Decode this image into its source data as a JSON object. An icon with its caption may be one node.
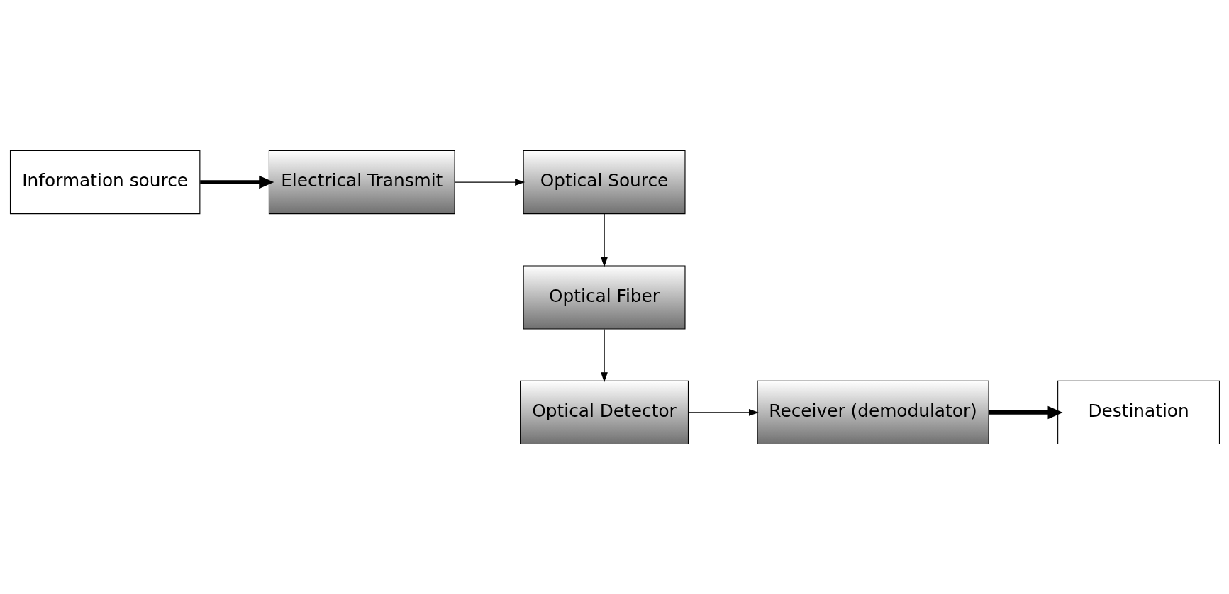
{
  "diagram": {
    "nodes": [
      {
        "text": [
          "Information source"
        ]
      },
      {
        "text": [
          "Electrical Transmit"
        ]
      },
      {
        "text": [
          "Optical Source"
        ]
      },
      {
        "text": [
          "Optical Fiber"
        ]
      },
      {
        "text": [
          "Optical Detector"
        ]
      },
      {
        "text": [
          "Receiver (demodulator)"
        ]
      },
      {
        "text": [
          "Destination"
        ]
      }
    ],
    "edges": [
      {
        "from": 0,
        "to": 1,
        "arrow": "to",
        "style": "thick"
      },
      {
        "from": 1,
        "to": 2,
        "arrow": "to"
      },
      {
        "from": 2,
        "to": 3,
        "arrow": "to"
      },
      {
        "from": 3,
        "to": 4,
        "arrow": "to"
      },
      {
        "from": 4,
        "to": 5,
        "arrow": "to"
      },
      {
        "from": 5,
        "to": 6,
        "arrow": "to",
        "style": "thick"
      }
    ]
  }
}
